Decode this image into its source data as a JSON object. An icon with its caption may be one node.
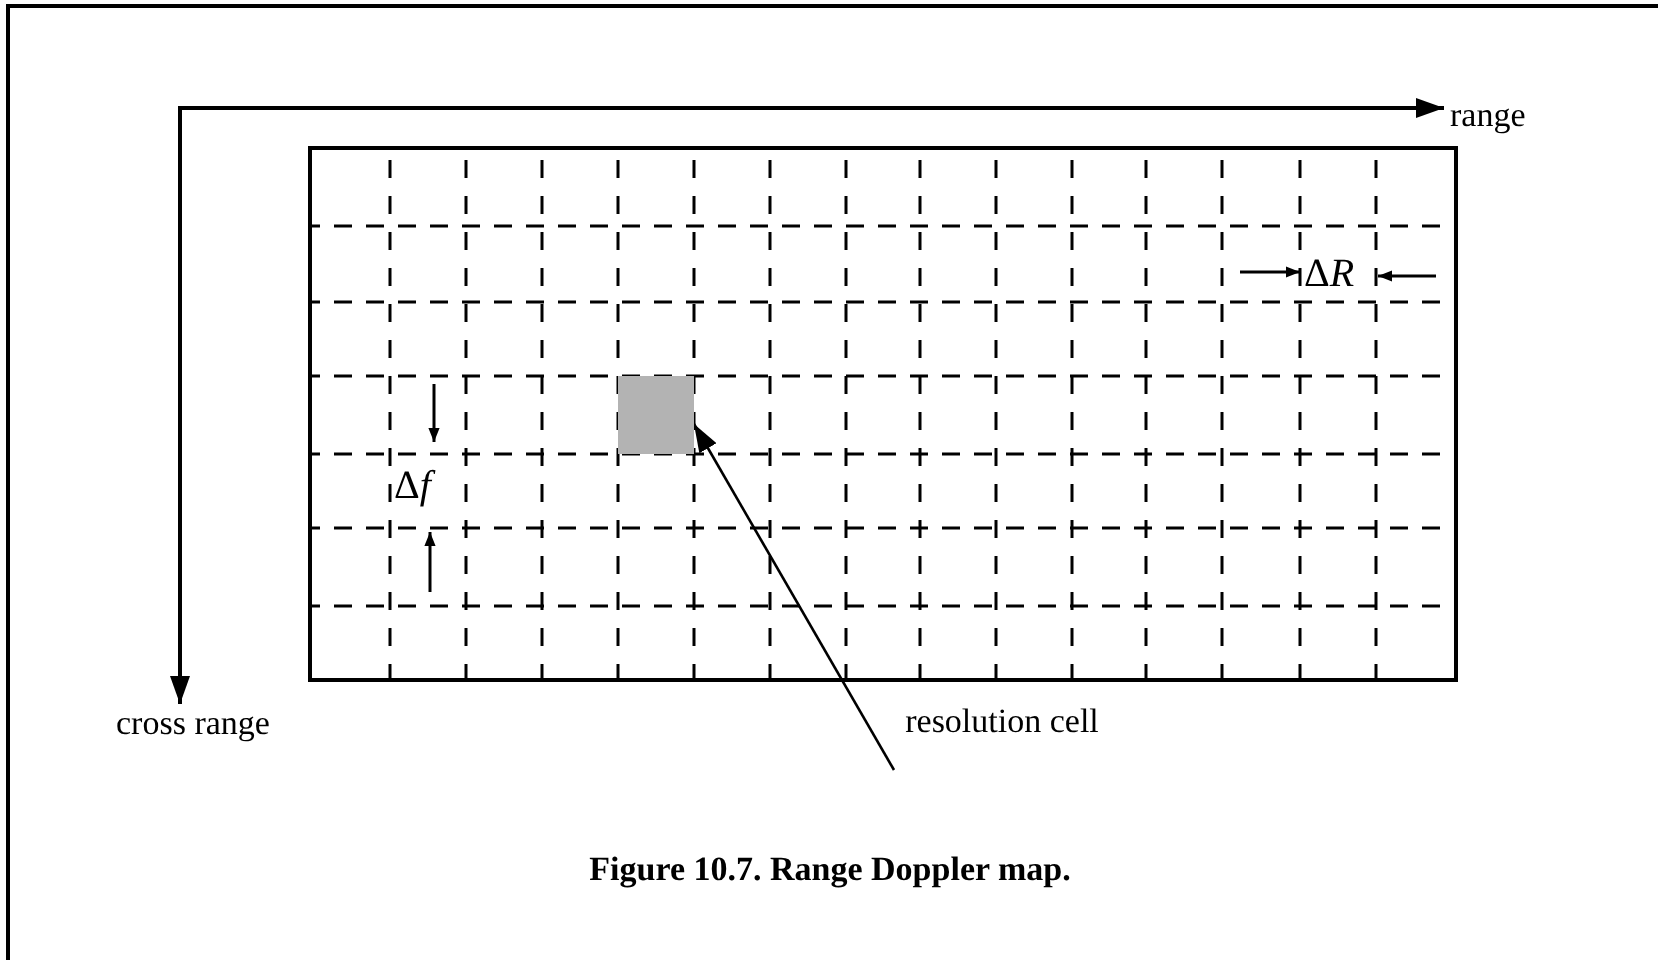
{
  "diagram": {
    "caption": "Figure 10.7. Range Doppler map.",
    "nodes": [
      {
        "text": [
          "resolution cell"
        ]
      },
      {
        "text": [],
        "shape": "box"
      }
    ],
    "edges": [
      {
        "from": 0,
        "to": 1,
        "arrow": "to"
      }
    ],
    "labels": [
      "range",
      "cross range",
      "ΔR",
      "Δf"
    ]
  }
}
